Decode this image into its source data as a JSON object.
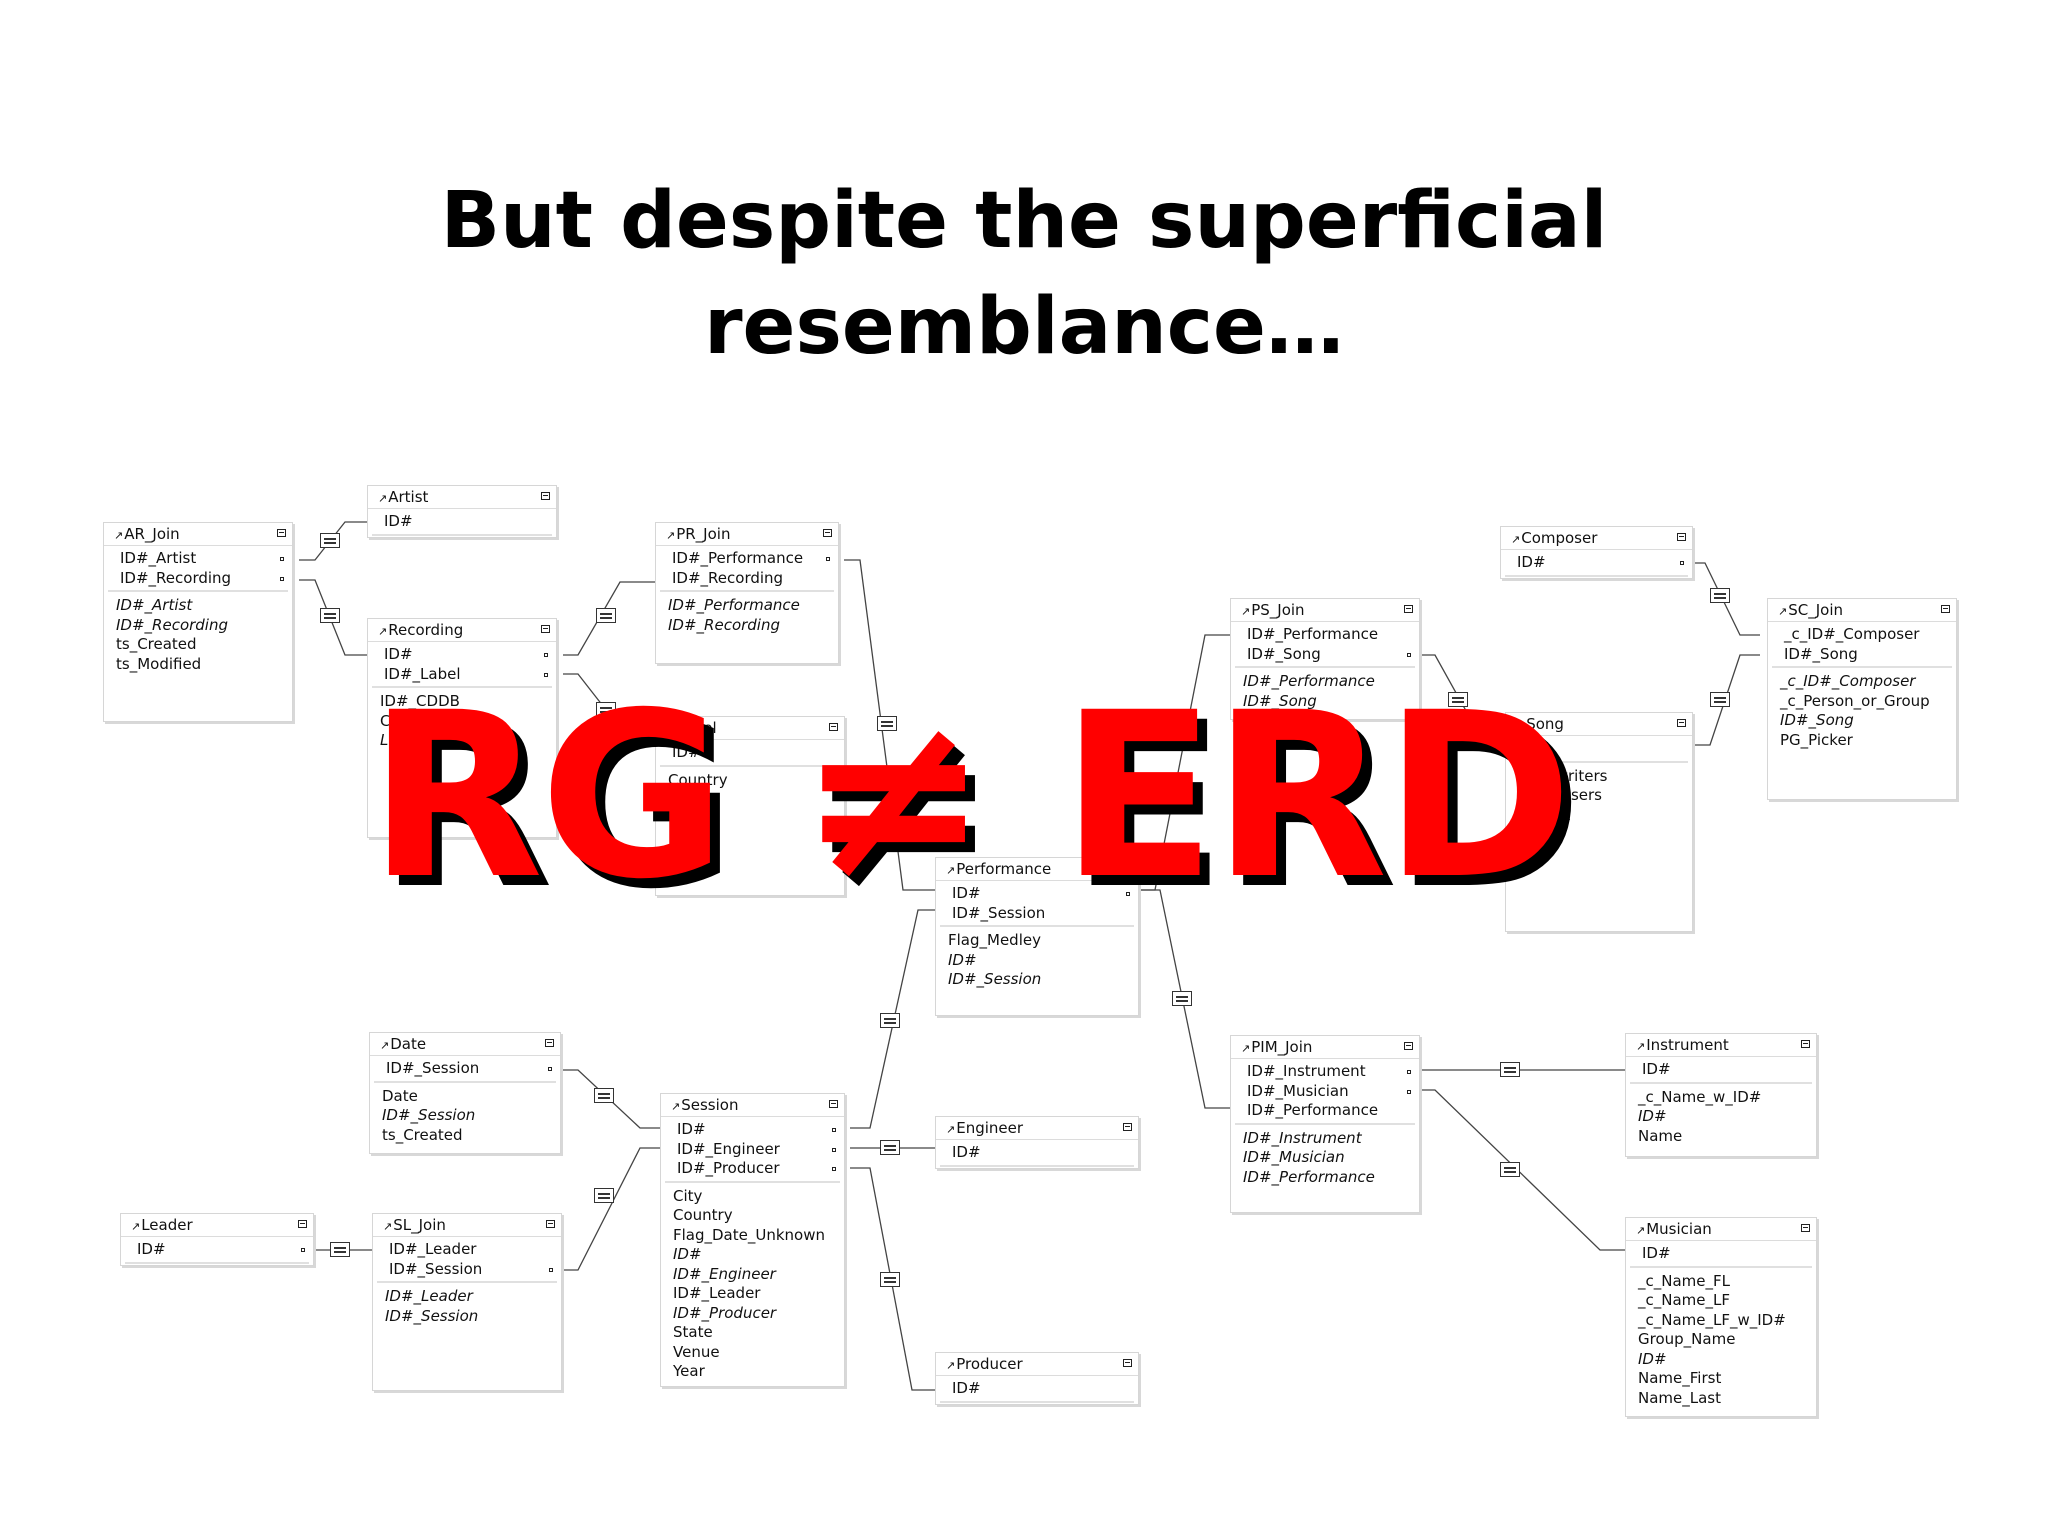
{
  "slide": {
    "title_line1": "But despite the superficial",
    "title_line2": "resemblance…",
    "overlay_text": "RG ≠ ERD",
    "overlay_color": "#ff0000",
    "overlay_shadow_color": "#000000"
  },
  "tables": {
    "artist": {
      "name": "Artist",
      "keys": [
        "ID#"
      ],
      "fields": []
    },
    "ar_join": {
      "name": "AR_Join",
      "keys": [
        "ID#_Artist",
        "ID#_Recording"
      ],
      "fields": [
        "ID#_Artist",
        "ID#_Recording",
        "ts_Created",
        "ts_Modified"
      ]
    },
    "recording": {
      "name": "Recording",
      "keys": [
        "ID#",
        "ID#_Label"
      ],
      "fields": [
        "ID#_CDDB",
        "CDDB",
        "Label"
      ]
    },
    "pr_join": {
      "name": "PR_Join",
      "keys": [
        "ID#_Performance",
        "ID#_Recording"
      ],
      "fields": [
        "ID#_Performance",
        "ID#_Recording"
      ]
    },
    "label": {
      "name": "Label",
      "keys": [
        "ID#"
      ],
      "fields": [
        "Country",
        "Name"
      ]
    },
    "composer": {
      "name": "Composer",
      "keys": [
        "ID#"
      ],
      "fields": []
    },
    "ps_join": {
      "name": "PS_Join",
      "keys": [
        "ID#_Performance",
        "ID#_Song"
      ],
      "fields": [
        "ID#_Performance",
        "ID#_Song"
      ]
    },
    "sc_join": {
      "name": "SC_Join",
      "keys": [
        "_c_ID#_Composer",
        "ID#_Song"
      ],
      "fields": [
        "_c_ID#_Composer",
        "_c_Person_or_Group",
        "ID#_Song",
        "PG_Picker"
      ]
    },
    "song": {
      "name": "Song",
      "keys": [
        "ID#"
      ],
      "fields": [
        "Songwriters",
        "Composers",
        "Instant",
        "Year"
      ]
    },
    "performance": {
      "name": "Performance",
      "keys": [
        "ID#",
        "ID#_Session"
      ],
      "fields": [
        "Flag_Medley",
        "ID#",
        "ID#_Session"
      ]
    },
    "date": {
      "name": "Date",
      "keys": [
        "ID#_Session"
      ],
      "fields": [
        "Date",
        "ID#_Session",
        "ts_Created"
      ]
    },
    "session": {
      "name": "Session",
      "keys": [
        "ID#",
        "ID#_Engineer",
        "ID#_Producer"
      ],
      "fields": [
        "City",
        "Country",
        "Flag_Date_Unknown",
        "ID#",
        "ID#_Engineer",
        "ID#_Leader",
        "ID#_Producer",
        "State",
        "Venue",
        "Year"
      ]
    },
    "engineer": {
      "name": "Engineer",
      "keys": [
        "ID#"
      ],
      "fields": []
    },
    "producer": {
      "name": "Producer",
      "keys": [
        "ID#"
      ],
      "fields": []
    },
    "leader": {
      "name": "Leader",
      "keys": [
        "ID#"
      ],
      "fields": []
    },
    "sl_join": {
      "name": "SL_Join",
      "keys": [
        "ID#_Leader",
        "ID#_Session"
      ],
      "fields": [
        "ID#_Leader",
        "ID#_Session"
      ]
    },
    "pim_join": {
      "name": "PIM_Join",
      "keys": [
        "ID#_Instrument",
        "ID#_Musician",
        "ID#_Performance"
      ],
      "fields": [
        "ID#_Instrument",
        "ID#_Musician",
        "ID#_Performance"
      ]
    },
    "instrument": {
      "name": "Instrument",
      "keys": [
        "ID#"
      ],
      "fields": [
        "_c_Name_w_ID#",
        "ID#",
        "Name"
      ]
    },
    "musician": {
      "name": "Musician",
      "keys": [
        "ID#"
      ],
      "fields": [
        "_c_Name_FL",
        "_c_Name_LF",
        "_c_Name_LF_w_ID#",
        "Group_Name",
        "ID#",
        "Name_First",
        "Name_Last"
      ]
    }
  }
}
